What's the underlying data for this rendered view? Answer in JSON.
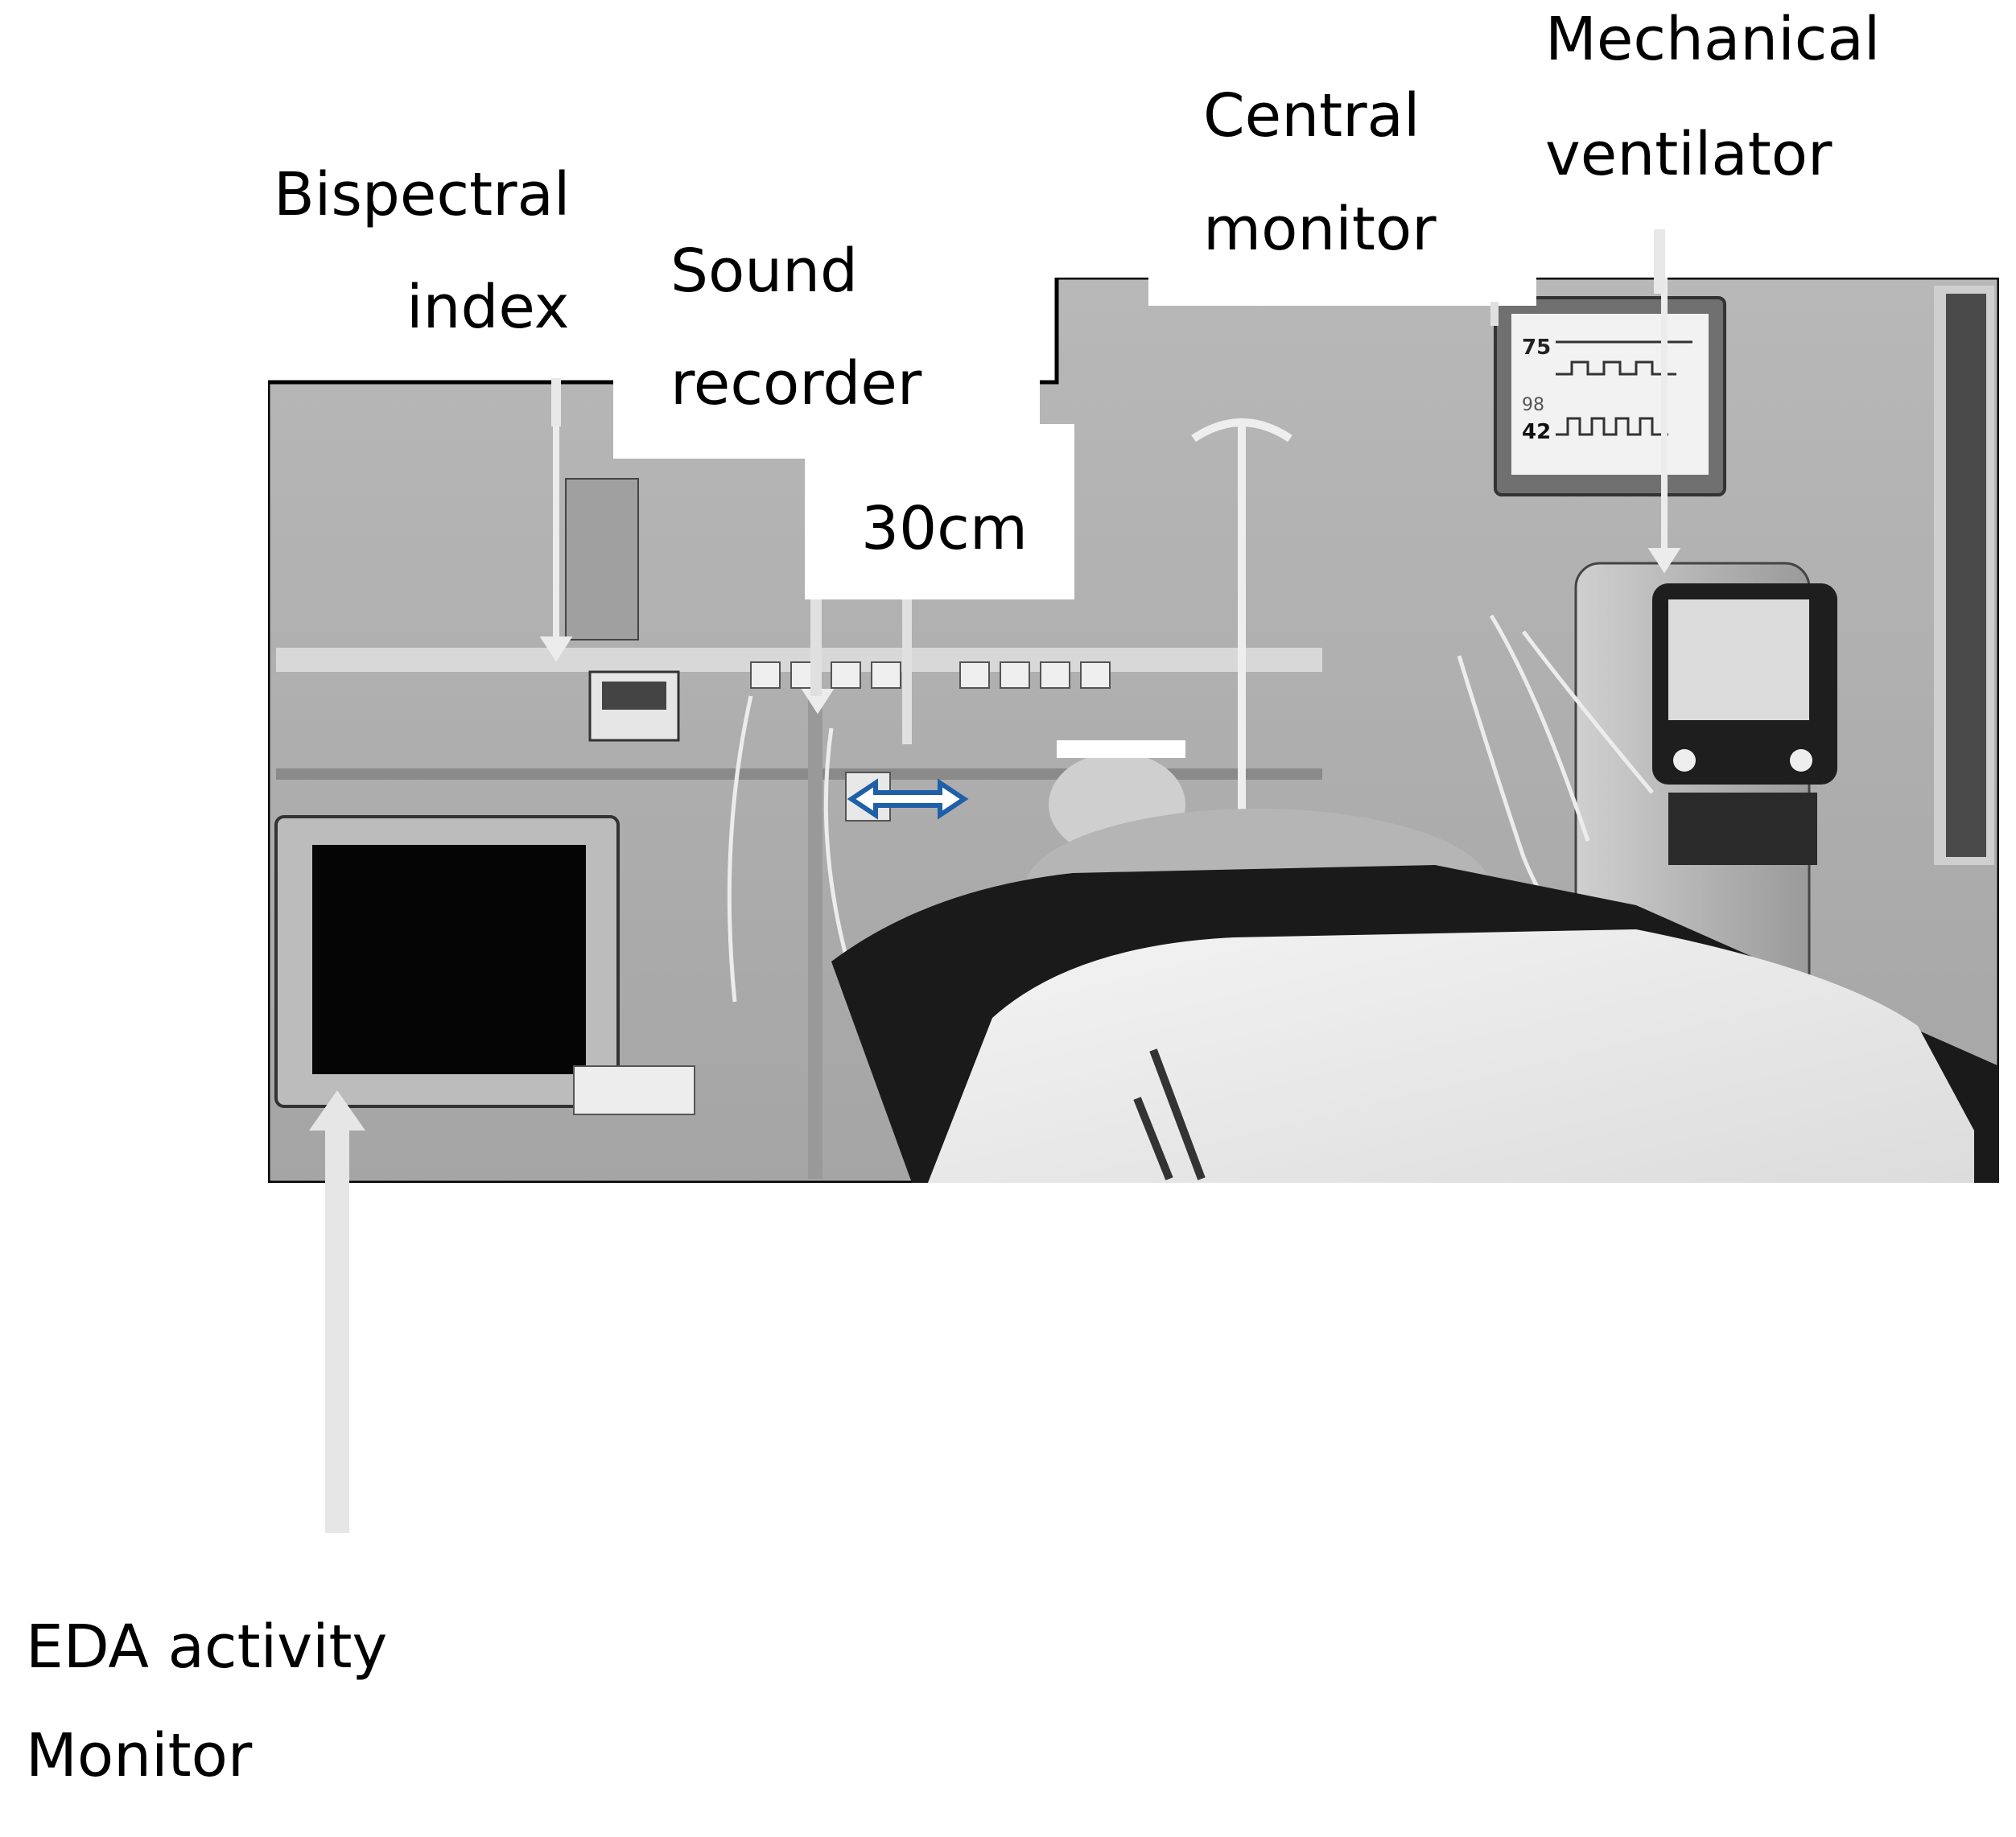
{
  "labels": {
    "bispectral": [
      "Bispectral",
      "index"
    ],
    "sound": [
      "Sound",
      "recorder"
    ],
    "distance": "30cm",
    "central": [
      "Central",
      "monitor"
    ],
    "ventilator": [
      "Mechanical",
      "ventilator"
    ],
    "eda": [
      "EDA activity",
      "Monitor"
    ]
  },
  "photo": {
    "monitor_values": [
      "75",
      "98",
      "42"
    ]
  },
  "colors": {
    "distance_arrow": "#1f5fa8",
    "arrows": "#e0e0e0"
  }
}
